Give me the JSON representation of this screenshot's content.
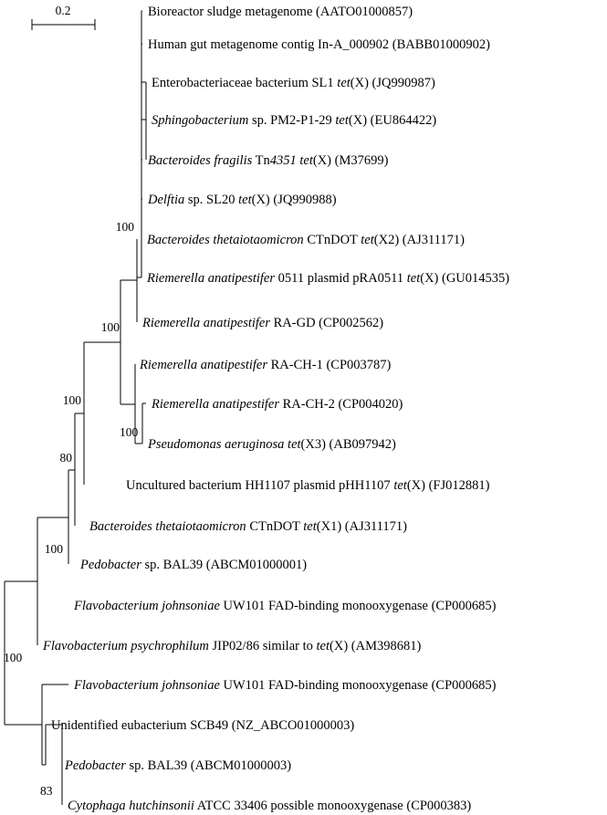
{
  "scale_label": "0.2",
  "leaves": [
    [
      {
        "t": "Bioreactor sludge metagenome (AATO01000857)"
      }
    ],
    [
      {
        "t": "Human gut metagenome contig In-A_000902 (BABB01000902)"
      }
    ],
    [
      {
        "t": "Enterobacteriaceae bacterium SL1 "
      },
      {
        "t": "tet",
        "i": true
      },
      {
        "t": "(X) (JQ990987)"
      }
    ],
    [
      {
        "t": "Sphingobacterium",
        "i": true
      },
      {
        "t": " sp. PM2-P1-29 "
      },
      {
        "t": "tet",
        "i": true
      },
      {
        "t": "(X) (EU864422)"
      }
    ],
    [
      {
        "t": "Bacteroides fragilis",
        "i": true
      },
      {
        "t": " Tn"
      },
      {
        "t": "4351 tet",
        "i": true
      },
      {
        "t": "(X) (M37699)"
      }
    ],
    [
      {
        "t": "Delftia",
        "i": true
      },
      {
        "t": " sp. SL20 "
      },
      {
        "t": "tet",
        "i": true
      },
      {
        "t": "(X) (JQ990988)"
      }
    ],
    [
      {
        "t": "Bacteroides thetaiotaomicron",
        "i": true
      },
      {
        "t": " CTnDOT "
      },
      {
        "t": "tet",
        "i": true
      },
      {
        "t": "(X2) (AJ311171)"
      }
    ],
    [
      {
        "t": "Riemerella anatipestifer",
        "i": true
      },
      {
        "t": " 0511 plasmid pRA0511 "
      },
      {
        "t": "tet",
        "i": true
      },
      {
        "t": "(X) (GU014535)"
      }
    ],
    [
      {
        "t": "Riemerella anatipestifer",
        "i": true
      },
      {
        "t": " RA-GD (CP002562)"
      }
    ],
    [
      {
        "t": "Riemerella anatipestifer",
        "i": true
      },
      {
        "t": " RA-CH-1 (CP003787)"
      }
    ],
    [
      {
        "t": "Riemerella anatipestifer",
        "i": true
      },
      {
        "t": " RA-CH-2 (CP004020)"
      }
    ],
    [
      {
        "t": "Pseudomonas aeruginosa tet",
        "i": true
      },
      {
        "t": "(X3) (AB097942)"
      }
    ],
    [
      {
        "t": "Uncultured bacterium HH1107 plasmid pHH1107  "
      },
      {
        "t": "tet",
        "i": true
      },
      {
        "t": "(X) (FJ012881)"
      }
    ],
    [
      {
        "t": "Bacteroides thetaiotaomicron",
        "i": true
      },
      {
        "t": " CTnDOT "
      },
      {
        "t": "tet",
        "i": true
      },
      {
        "t": "(X1) (AJ311171)"
      }
    ],
    [
      {
        "t": "Pedobacter",
        "i": true
      },
      {
        "t": " sp. BAL39 (ABCM01000001)"
      }
    ],
    [
      {
        "t": "Flavobacterium johnsoniae",
        "i": true
      },
      {
        "t": " UW101 FAD-binding monooxygenase (CP000685)"
      }
    ],
    [
      {
        "t": "Flavobacterium psychrophilum",
        "i": true
      },
      {
        "t": " JIP02/86 similar to "
      },
      {
        "t": "tet",
        "i": true
      },
      {
        "t": "(X) (AM398681)"
      }
    ],
    [
      {
        "t": "Flavobacterium johnsoniae",
        "i": true
      },
      {
        "t": " UW101 FAD-binding monooxygenase (CP000685)"
      }
    ],
    [
      {
        "t": "Unidentified eubacterium SCB49 (NZ_ABCO01000003)"
      }
    ],
    [
      {
        "t": "Pedobacter",
        "i": true
      },
      {
        "t": " sp. BAL39 (ABCM01000003)"
      }
    ],
    [
      {
        "t": "Cytophaga hutchinsonii",
        "i": true
      },
      {
        "t": " ATCC 33406 possible monooxygenase (CP000383)"
      }
    ]
  ],
  "bootstrap_values": [
    "100",
    "100",
    "100",
    "100",
    "80",
    "100",
    "100",
    "83"
  ]
}
